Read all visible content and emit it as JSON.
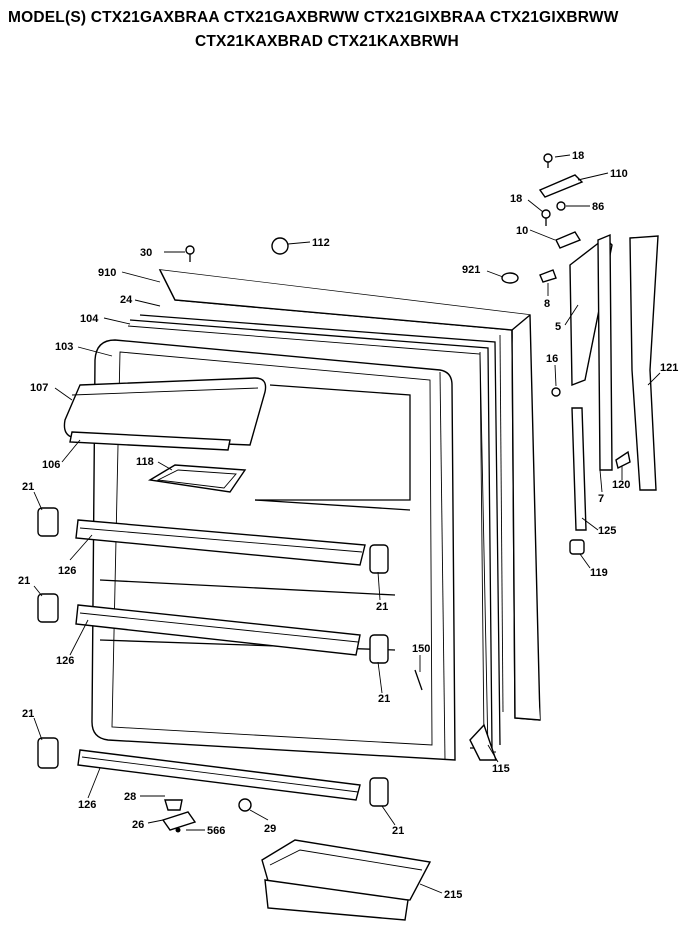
{
  "header": {
    "line1": "MODEL(S) CTX21GAXBRAA  CTX21GAXBRWW  CTX21GIXBRAA  CTX21GIXBRWW",
    "line2": "CTX21KAXBRAD  CTX21KAXBRWH"
  },
  "callouts": [
    "18",
    "110",
    "18",
    "86",
    "10",
    "30",
    "112",
    "921",
    "8",
    "910",
    "24",
    "5",
    "104",
    "103",
    "16",
    "121",
    "107",
    "106",
    "118",
    "7",
    "120",
    "21",
    "125",
    "126",
    "119",
    "21",
    "21",
    "126",
    "150",
    "21",
    "21",
    "115",
    "126",
    "28",
    "26",
    "566",
    "29",
    "21",
    "215"
  ]
}
